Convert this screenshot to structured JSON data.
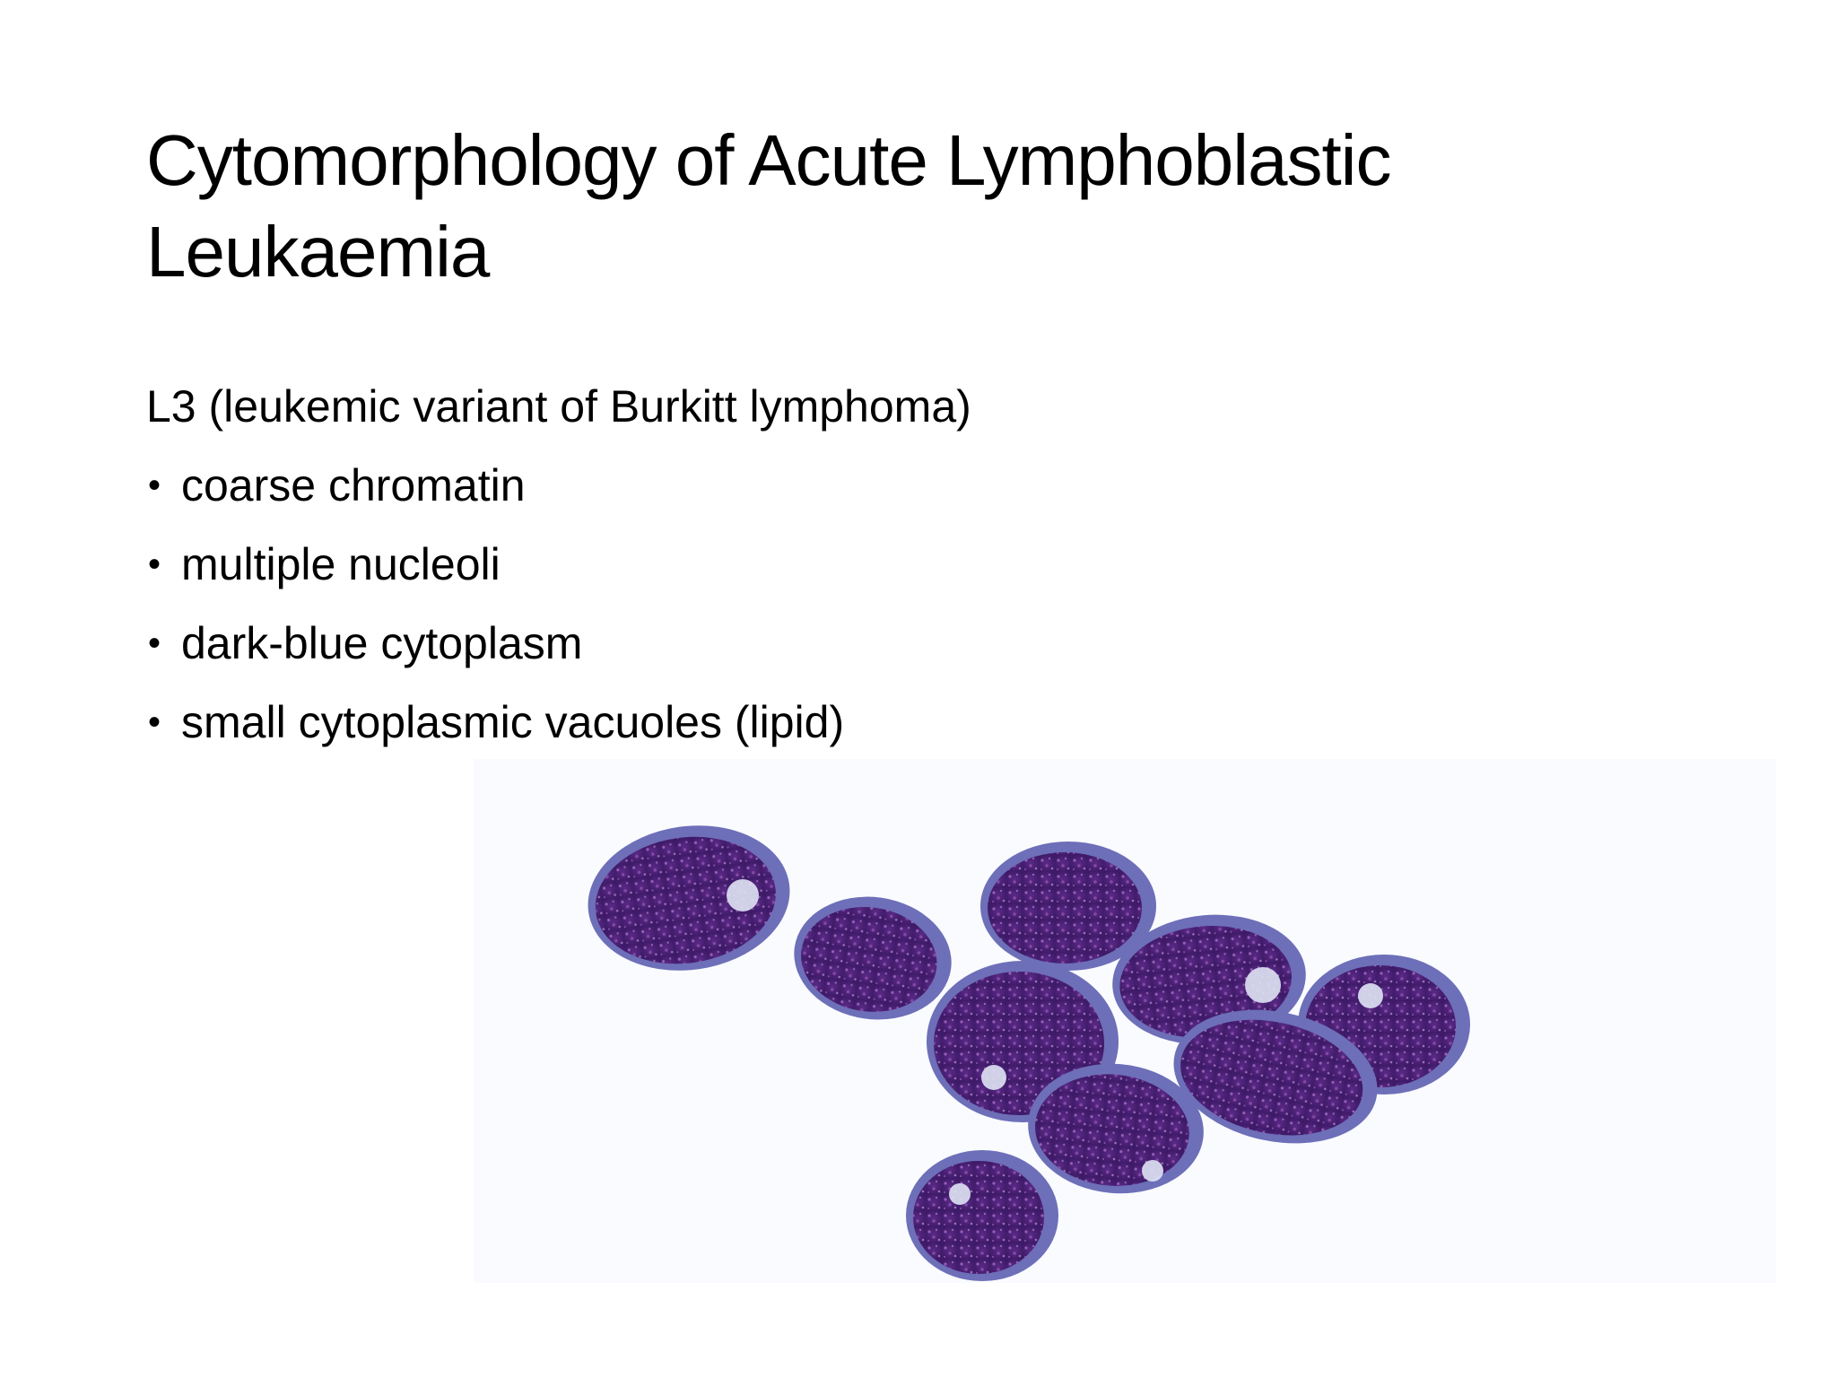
{
  "slide": {
    "title": "Cytomorphology of Acute Lymphoblastic Leukaemia",
    "subtitle": "L3 (leukemic variant of Burkitt lymphoma)",
    "bullet_symbol": "•",
    "bullets": [
      "coarse chromatin",
      "multiple nucleoli",
      "dark-blue cytoplasm",
      "small cytoplasmic vacuoles (lipid)"
    ]
  },
  "image": {
    "subject": "blood-smear-micrograph",
    "colors": {
      "background": "#fafbff",
      "cytoplasm": "#6d6fb8",
      "nucleus": "#4a1f78",
      "chromatin": "#9a5fb8",
      "vacuole": "#dfe3f4"
    }
  }
}
